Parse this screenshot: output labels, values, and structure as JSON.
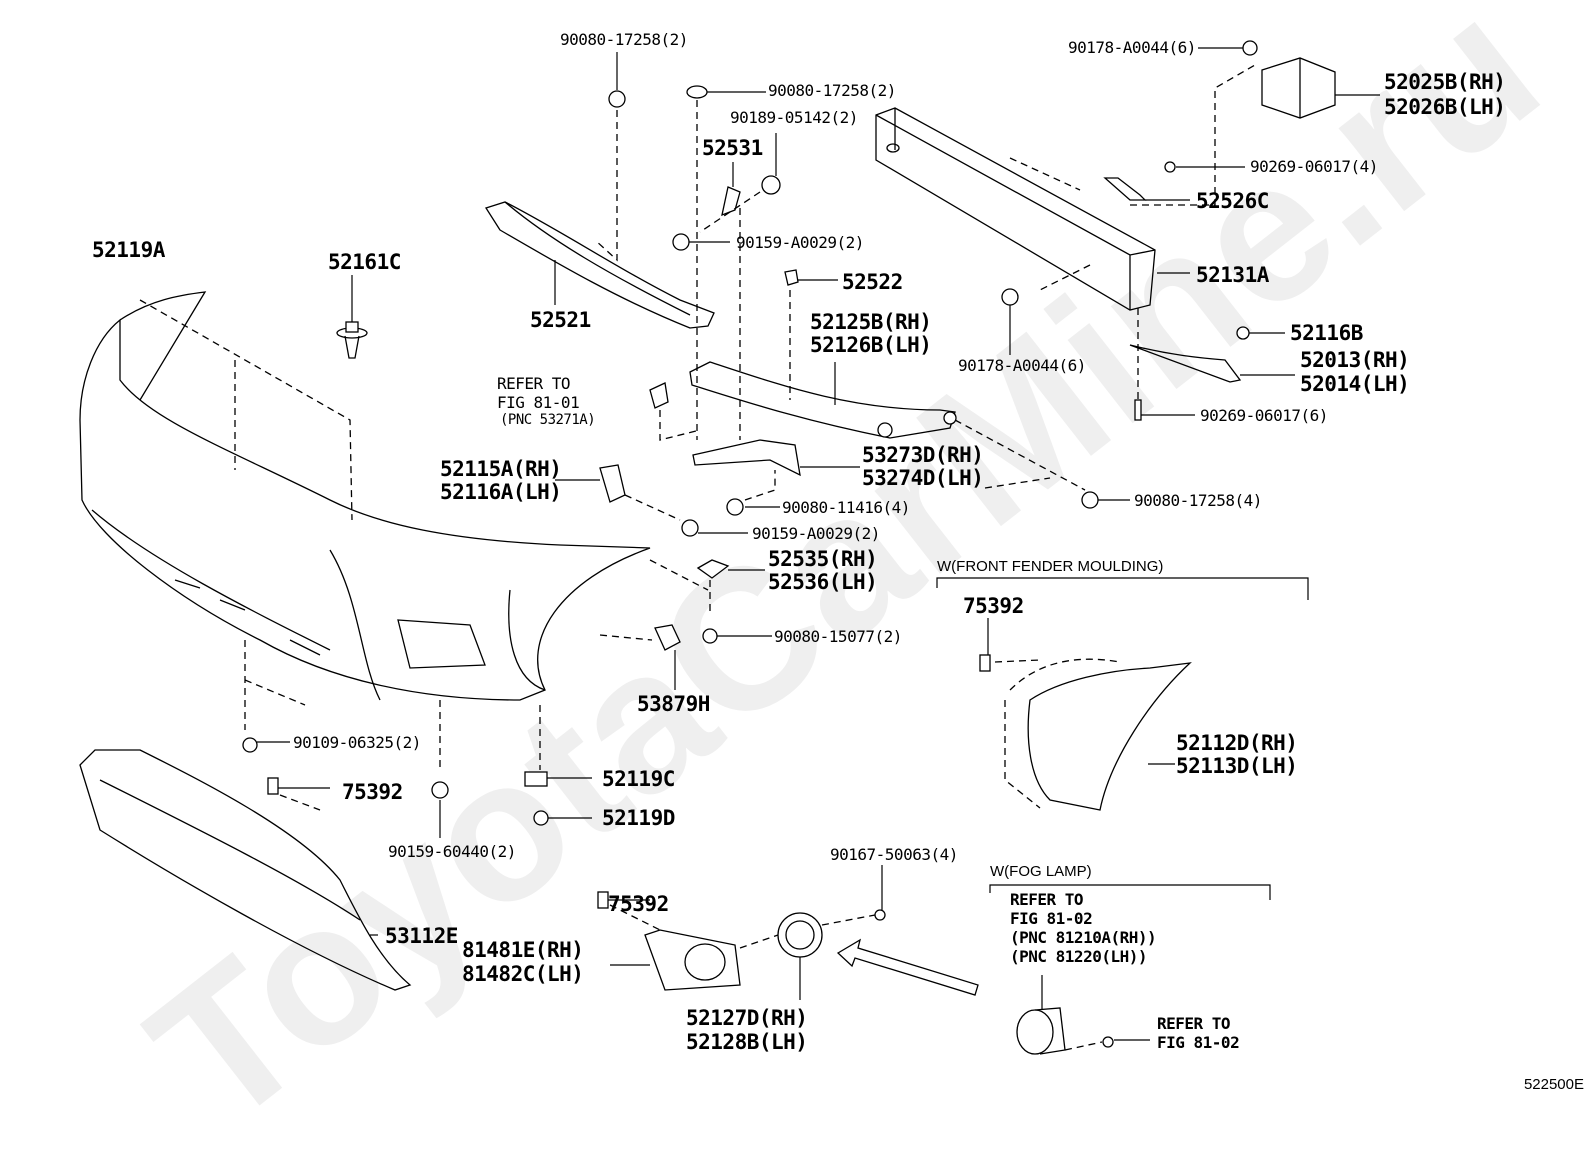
{
  "diagram": {
    "title": "Front bumper & bumper cover parts diagram",
    "figure_code": "522500E",
    "watermark": "ToyotaCarMine.ru",
    "groups": {
      "fender_moulding": "W(FRONT FENDER MOULDING)",
      "fog_lamp": "W(FOG LAMP)"
    },
    "labels": {
      "p90080_17258_top": "90080-17258(2)",
      "p90080_17258_b": "90080-17258(2)",
      "p90189_05142": "90189-05142(2)",
      "p52531": "52531",
      "p90159_A0029_top": "90159-A0029(2)",
      "p52521": "52521",
      "p52119A": "52119A",
      "p52161C": "52161C",
      "p90178_A0044_top": "90178-A0044(6)",
      "p52025B": "52025B(RH)",
      "p52026B": "52026B(LH)",
      "p90269_06017_4": "90269-06017(4)",
      "p52526C": "52526C",
      "p52131A": "52131A",
      "p52522": "52522",
      "p52125B": "52125B(RH)",
      "p52126B": "52126B(LH)",
      "p90178_A0044_bot": "90178-A0044(6)",
      "p52116B": "52116B",
      "p52013": "52013(RH)",
      "p52014": "52014(LH)",
      "p90269_06017_6": "90269-06017(6)",
      "refer_8101": "REFER TO\nFIG 81-01",
      "refer_8101_pnc": "(PNC 53271A)",
      "p53273D": "53273D(RH)",
      "p53274D": "53274D(LH)",
      "p52115A": "52115A(RH)",
      "p52116A": "52116A(LH)",
      "p90080_11416": "90080-11416(4)",
      "p90080_17258_4": "90080-17258(4)",
      "p90159_A0029_mid": "90159-A0029(2)",
      "p52535": "52535(RH)",
      "p52536": "52536(LH)",
      "p90080_15077": "90080-15077(2)",
      "p53879H": "53879H",
      "p75392_fender": "75392",
      "p52112D": "52112D(RH)",
      "p52113D": "52113D(LH)",
      "p90109_06325": "90109-06325(2)",
      "p52119C": "52119C",
      "p52119D": "52119D",
      "p75392_lower": "75392",
      "p90159_60440": "90159-60440(2)",
      "p53112E": "53112E",
      "p90167_50063": "90167-50063(4)",
      "p75392_fog": "75392",
      "p81481E": "81481E(RH)",
      "p81482C": "81482C(LH)",
      "p52127D": "52127D(RH)",
      "p52128B": "52128B(LH)",
      "refer_8102_fog": "REFER TO\nFIG 81-02\n(PNC 81210A(RH))\n(PNC 81220(LH))",
      "refer_8102_bolt": "REFER TO\nFIG 81-02"
    }
  }
}
